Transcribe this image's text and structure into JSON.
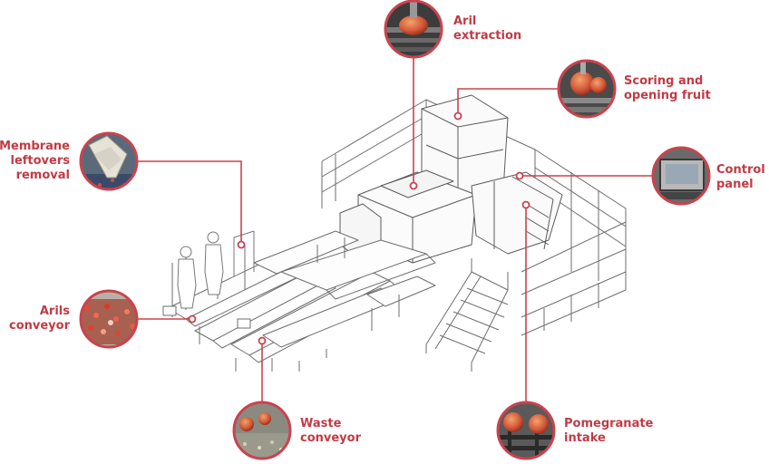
{
  "diagram": {
    "accent_color": "#c9434e",
    "callouts": [
      {
        "id": "aril-extraction",
        "label": "Aril\nextraction",
        "icon": "aril-extraction-photo"
      },
      {
        "id": "scoring",
        "label": "Scoring and\nopening fruit",
        "icon": "scoring-photo"
      },
      {
        "id": "control-panel",
        "label": "Control\npanel",
        "icon": "control-panel-photo"
      },
      {
        "id": "membrane",
        "label": "Membrane\nleftovers\nremoval",
        "icon": "membrane-removal-photo"
      },
      {
        "id": "arils-conveyor",
        "label": "Arils\nconveyor",
        "icon": "arils-conveyor-photo"
      },
      {
        "id": "waste-conveyor",
        "label": "Waste\nconveyor",
        "icon": "waste-conveyor-photo"
      },
      {
        "id": "pomegranate-intake",
        "label": "Pomegranate\nintake",
        "icon": "pomegranate-intake-photo"
      }
    ]
  }
}
